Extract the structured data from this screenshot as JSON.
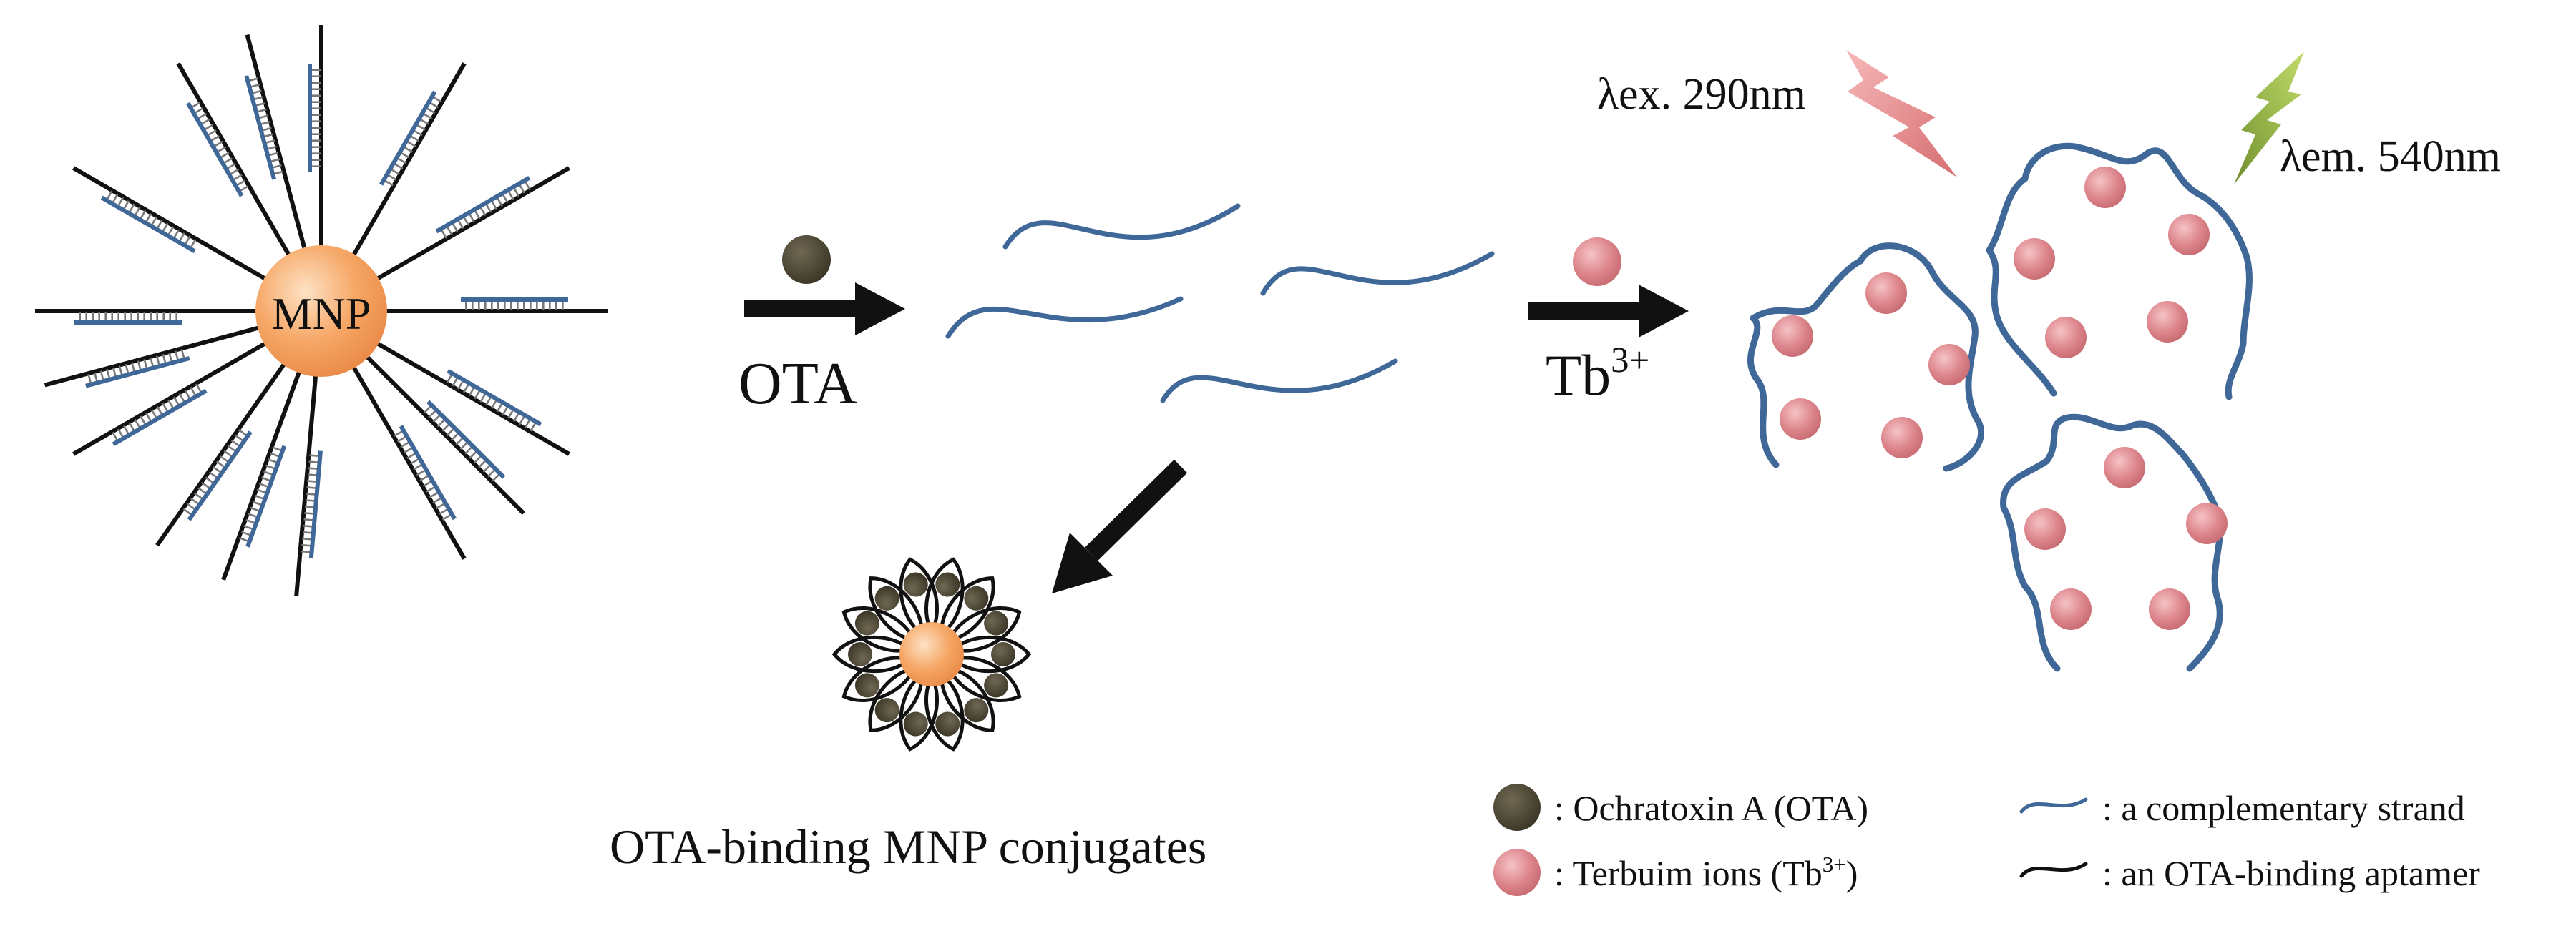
{
  "labels": {
    "mnp": "MNP",
    "ota_arrow": "OTA",
    "tb_arrow_base": "Tb",
    "tb_arrow_sup": "3+",
    "lambda_ex": "λex. 290nm",
    "lambda_em": "λem. 540nm",
    "conjugates": "OTA-binding MNP conjugates"
  },
  "legend": {
    "ota": "Ochratoxin A (OTA)",
    "tb_base": "Terbuim ions (Tb",
    "tb_sup": "3+",
    "tb_close": ")",
    "complementary": "a complementary strand",
    "aptamer": "an OTA-binding aptamer",
    "separator": ":"
  },
  "colors": {
    "mnp_core": "#f4a166",
    "ota_dot": "#4a4433",
    "tb_dot": "#d97e84",
    "strand_blue": "#3f6798",
    "aptamer_black": "#111111",
    "excitation_bolt": "#e8888a",
    "emission_bolt": "#8aaa3c"
  }
}
